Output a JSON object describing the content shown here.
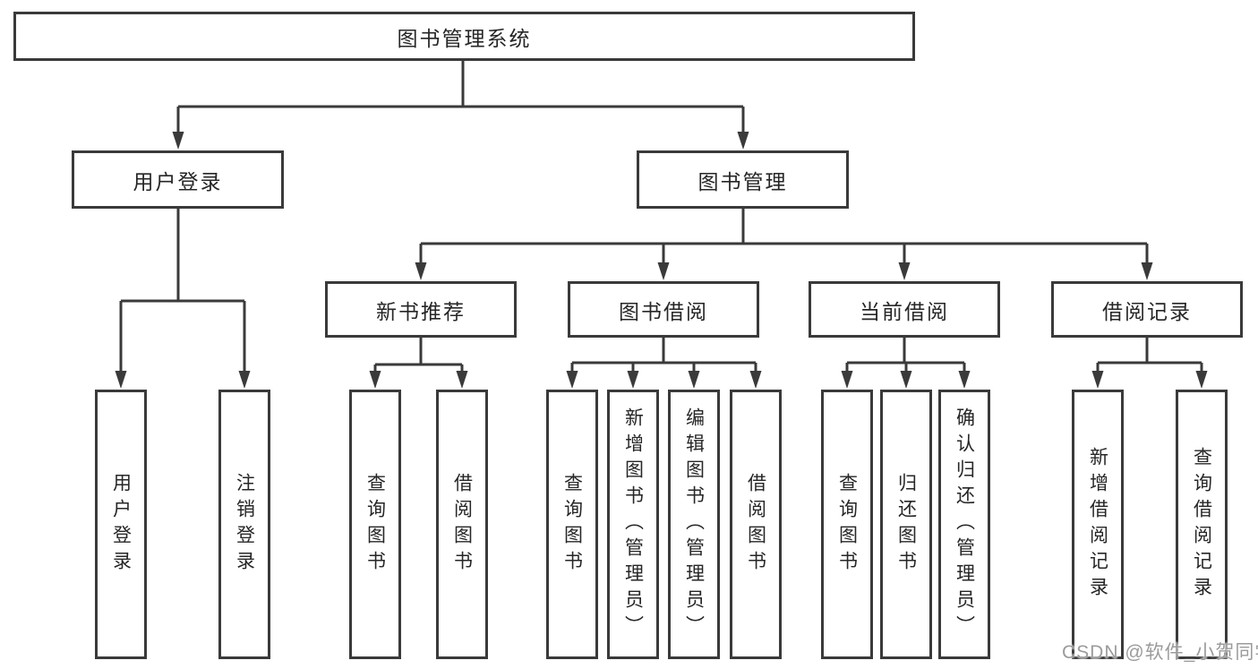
{
  "colors": {
    "line": "#3a3a3a",
    "border": "#3a3a3a",
    "text": "#262626",
    "background": "#ffffff",
    "watermark": "#9b9b9b"
  },
  "tree": {
    "root": {
      "label": "图书管理系统"
    },
    "branches": [
      {
        "label": "用户登录",
        "children": [
          {
            "label": "用户登录"
          },
          {
            "label": "注销登录"
          }
        ]
      },
      {
        "label": "图书管理",
        "children": [
          {
            "label": "新书推荐",
            "children": [
              {
                "label": "查询图书"
              },
              {
                "label": "借阅图书"
              }
            ]
          },
          {
            "label": "图书借阅",
            "children": [
              {
                "label": "查询图书"
              },
              {
                "label": "新增图书（管理员）"
              },
              {
                "label": "编辑图书（管理员）"
              },
              {
                "label": "借阅图书"
              }
            ]
          },
          {
            "label": "当前借阅",
            "children": [
              {
                "label": "查询图书"
              },
              {
                "label": "归还图书"
              },
              {
                "label": "确认归还（管理员）"
              }
            ]
          },
          {
            "label": "借阅记录",
            "children": [
              {
                "label": "新增借阅记录"
              },
              {
                "label": "查询借阅记录"
              }
            ]
          }
        ]
      }
    ]
  },
  "watermark": "CSDN @软件_小贺同学"
}
